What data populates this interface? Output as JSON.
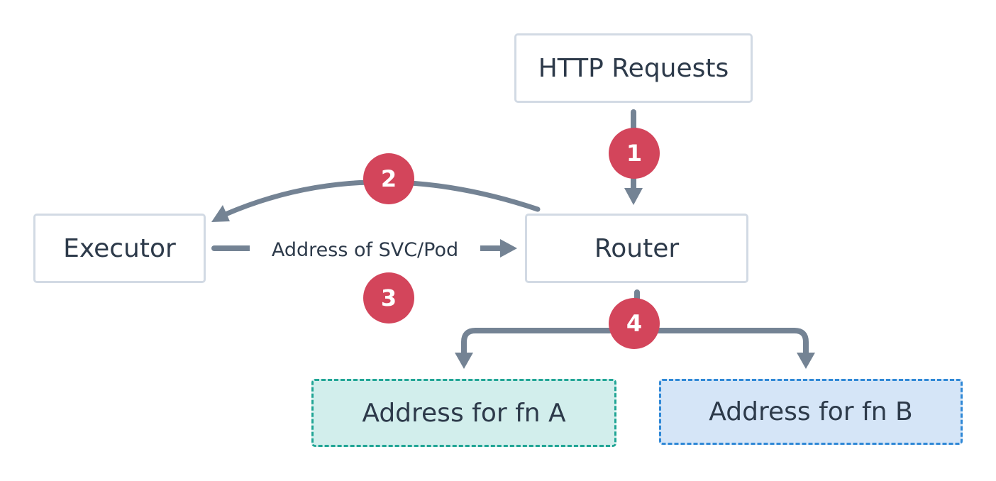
{
  "nodes": {
    "http_requests": "HTTP Requests",
    "executor": "Executor",
    "router": "Router",
    "fn_a": "Address for fn A",
    "fn_b": "Address for fn B"
  },
  "edge_label": "Address of SVC/Pod",
  "steps": [
    "1",
    "2",
    "3",
    "4"
  ],
  "colors": {
    "arrow": "#748394",
    "badge": "#d3455b",
    "fn_a_border": "#21a595",
    "fn_a_fill": "#d2eeec",
    "fn_b_border": "#2f88d6",
    "fn_b_fill": "#d5e5f7",
    "text": "#2d3a4a"
  }
}
